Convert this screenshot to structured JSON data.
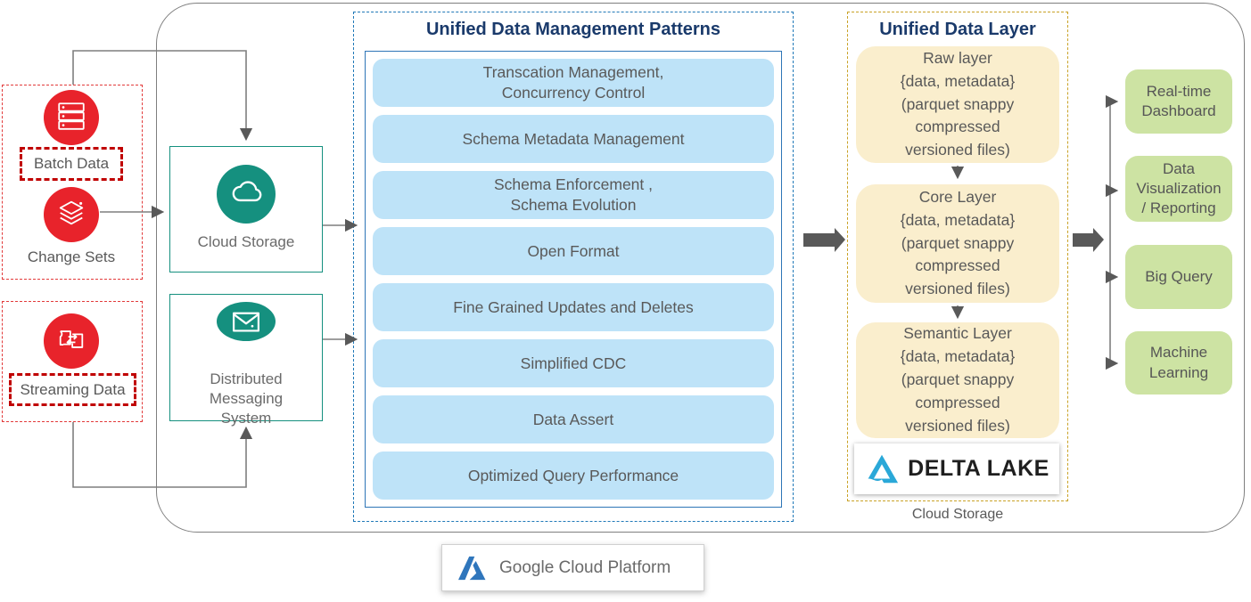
{
  "diagram": {
    "sources": {
      "batch": {
        "label": "Batch Data"
      },
      "change_sets": {
        "label": "Change Sets"
      },
      "streaming": {
        "label": "Streaming Data"
      }
    },
    "ingest": {
      "cloud_storage": {
        "label": "Cloud Storage"
      },
      "messaging": {
        "label": "Distributed\nMessaging\nSystem"
      }
    },
    "patterns": {
      "title": "Unified Data Management Patterns",
      "items": [
        "Transcation Management,\nConcurrency Control",
        "Schema Metadata Management",
        "Schema Enforcement ,\nSchema Evolution",
        "Open Format",
        "Fine Grained Updates and Deletes",
        "Simplified CDC",
        "Data Assert",
        "Optimized Query Performance"
      ]
    },
    "data_layer": {
      "title": "Unified Data Layer",
      "layers": [
        "Raw layer\n{data, metadata}\n(parquet snappy\ncompressed\nversioned files)",
        "Core Layer\n{data, metadata}\n(parquet snappy\ncompressed\nversioned files)",
        "Semantic Layer\n{data, metadata}\n(parquet snappy\ncompressed\nversioned files)"
      ],
      "logo": "DELTA LAKE",
      "caption": "Cloud Storage"
    },
    "consumers": [
      "Real-time\nDashboard",
      "Data\nVisualization\n/ Reporting",
      "Big Query",
      "Machine\nLearning"
    ],
    "footer": {
      "platform": "Google Cloud Platform"
    },
    "colors": {
      "source_red": "#e8232b",
      "source_dashed_red": "#c00000",
      "teal": "#15907f",
      "pattern_fill_blue": "#bee3f8",
      "pattern_border_blue": "#2e75b6",
      "dashed_blue": "#2079b8",
      "title_navy": "#1a3a6b",
      "dashed_gold": "#c9a227",
      "tan_fill": "#faeecd",
      "green_fill": "#cde3a3",
      "delta_blue": "#2aa8d8",
      "azure_blue": "#2f76bc",
      "text_gray": "#595959",
      "arrow_gray": "#595959"
    },
    "icons": [
      "server-stack-icon",
      "layers-icon",
      "streaming-icon",
      "cloud-icon",
      "envelope-icon",
      "delta-lake-icon",
      "azure-icon"
    ]
  }
}
